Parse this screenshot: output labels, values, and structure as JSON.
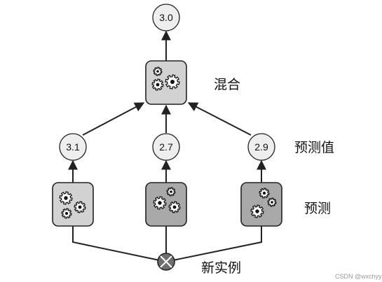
{
  "labels": {
    "blender": "混合",
    "predictions": "预测值",
    "predictors": "预测",
    "new_instance": "新实例"
  },
  "values": {
    "final": "3.0",
    "pred_1": "3.1",
    "pred_2": "2.7",
    "pred_3": "2.9"
  },
  "watermark": "CSDN @wxchyy",
  "colors": {
    "box_light": "#d2d2d2",
    "box_dark": "#a9a9a9",
    "circle_fill": "#eeeeee",
    "stroke": "#222222"
  },
  "icons": {
    "model": "gears-icon",
    "input": "cross-circle-icon"
  }
}
